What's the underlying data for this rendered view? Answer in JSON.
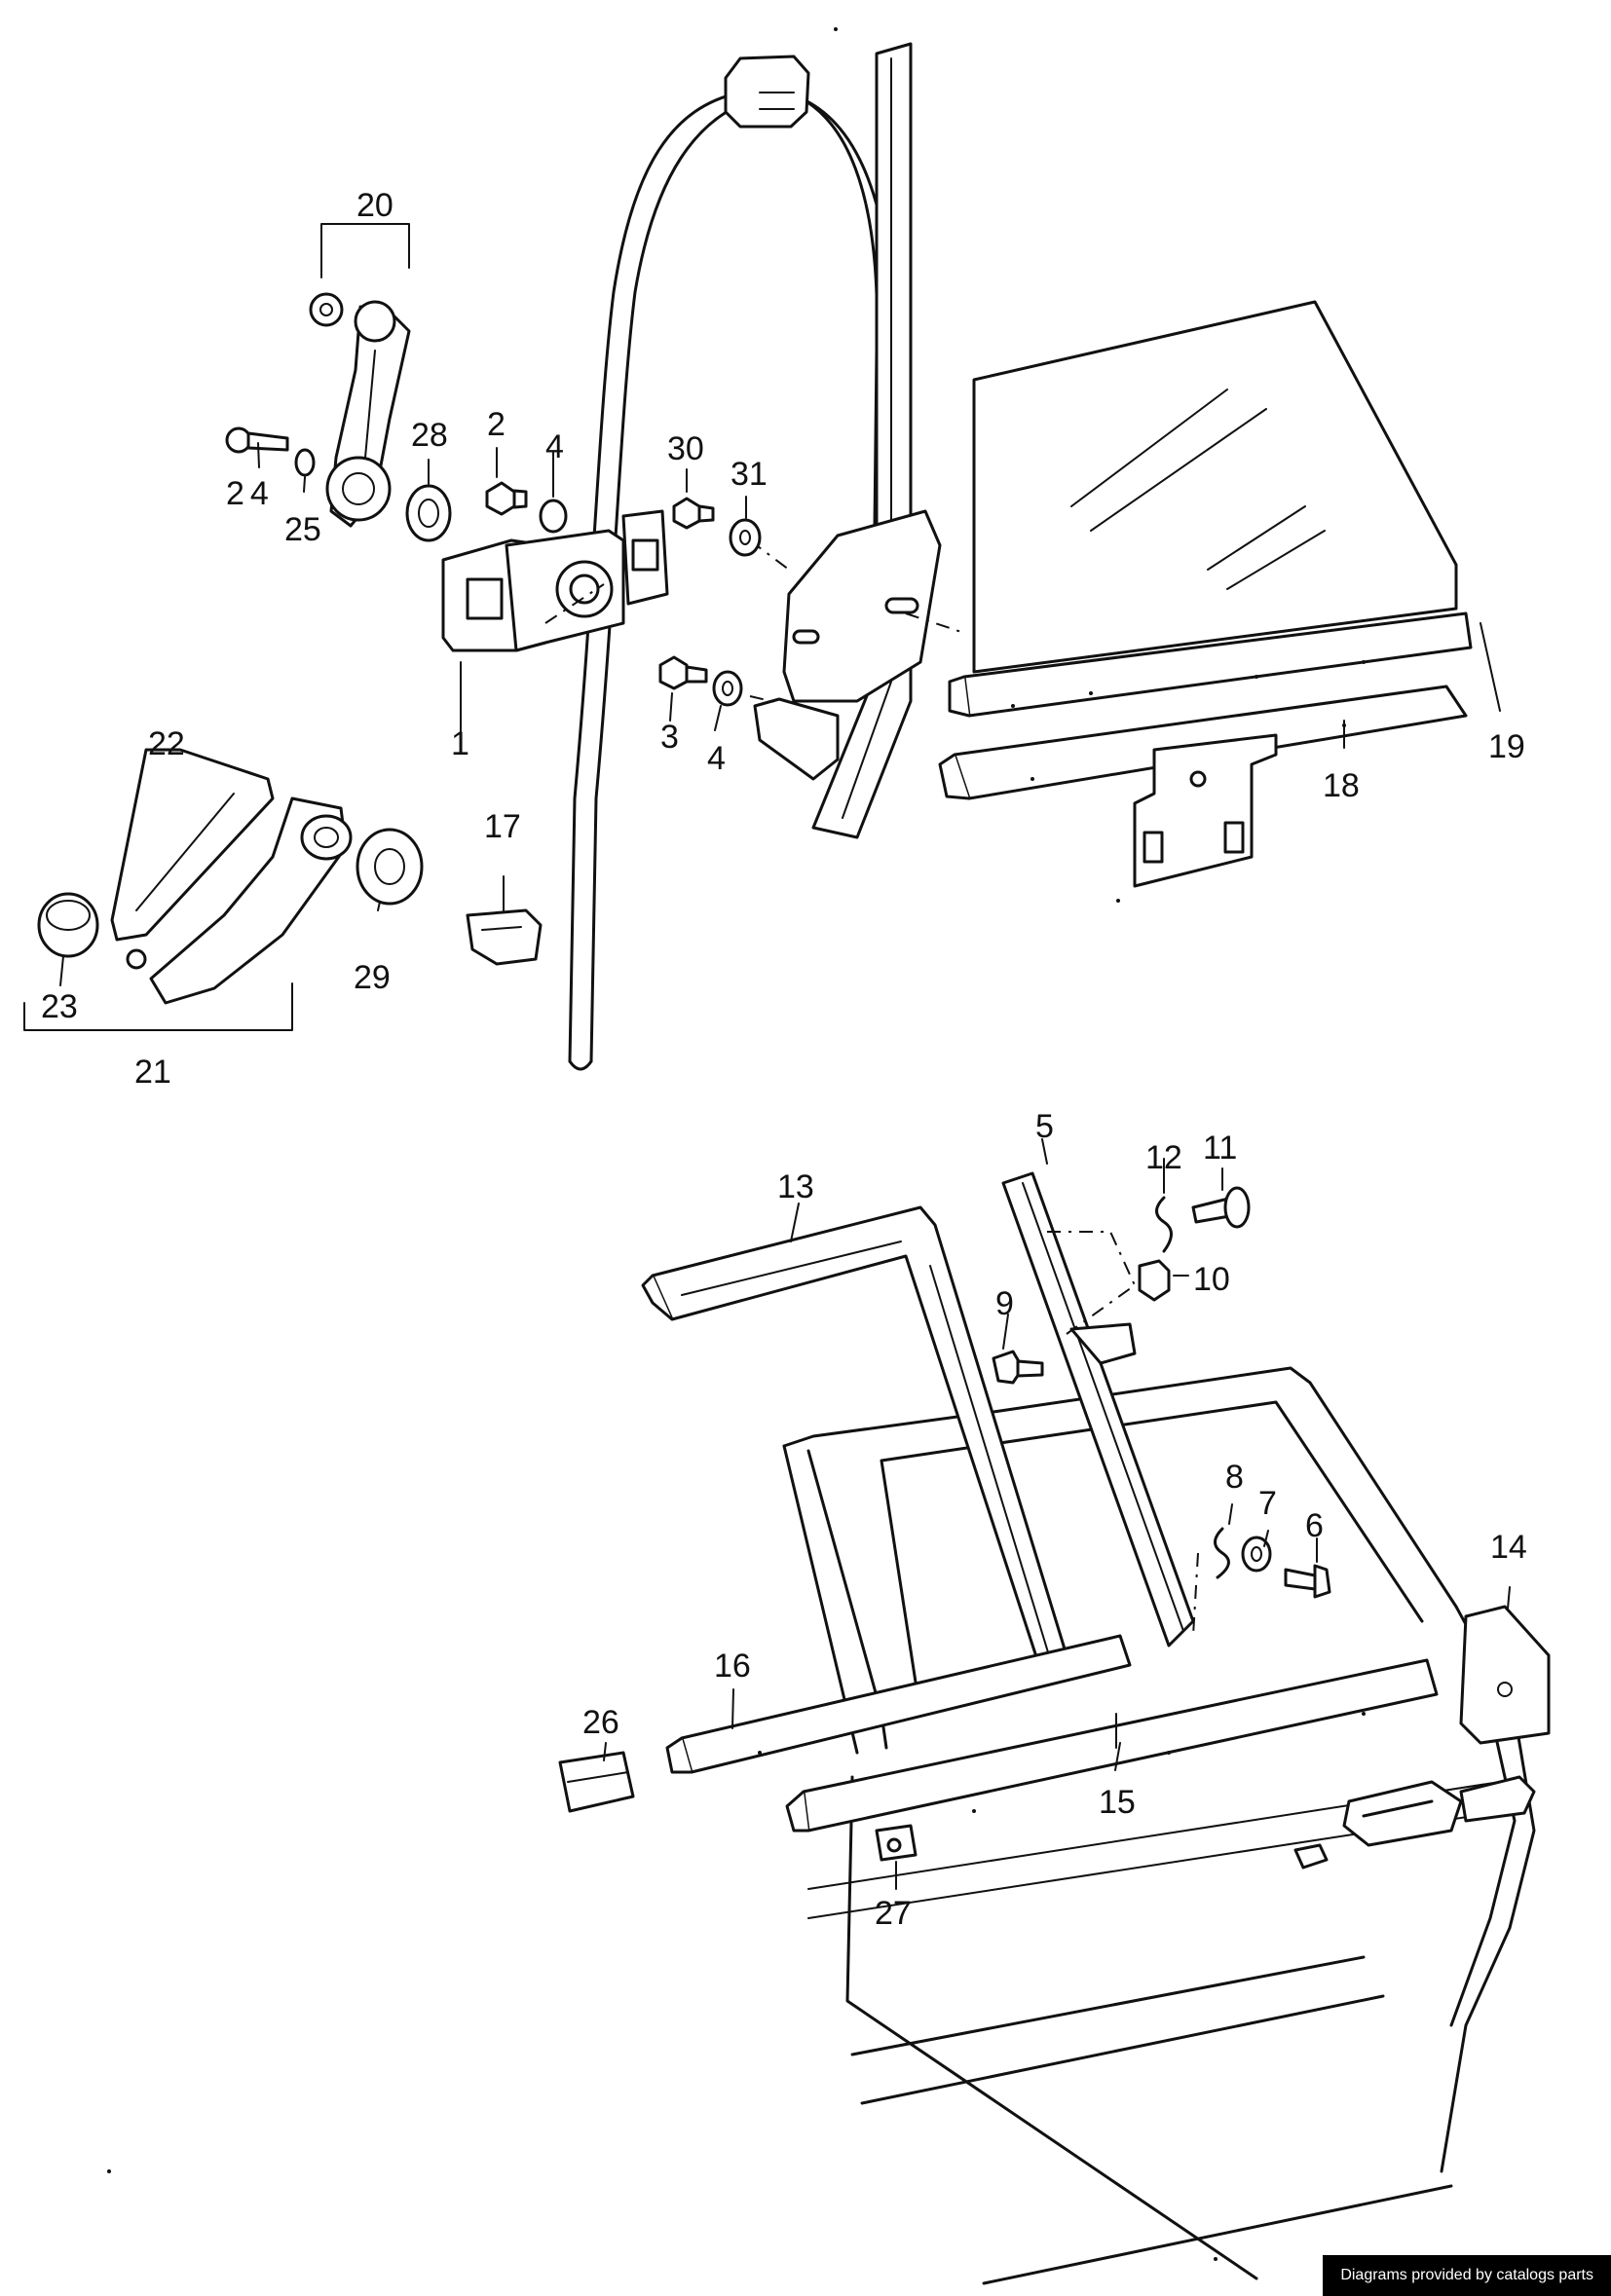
{
  "labels": [
    "1",
    "2",
    "3",
    "4",
    "4",
    "5",
    "6",
    "7",
    "8",
    "9",
    "10",
    "11",
    "12",
    "13",
    "14",
    "15",
    "16",
    "17",
    "18",
    "19",
    "20",
    "21",
    "22",
    "23",
    "24",
    "25",
    "26",
    "27",
    "28",
    "29",
    "30",
    "31"
  ],
  "credit": "Diagrams provided by catalogs parts"
}
